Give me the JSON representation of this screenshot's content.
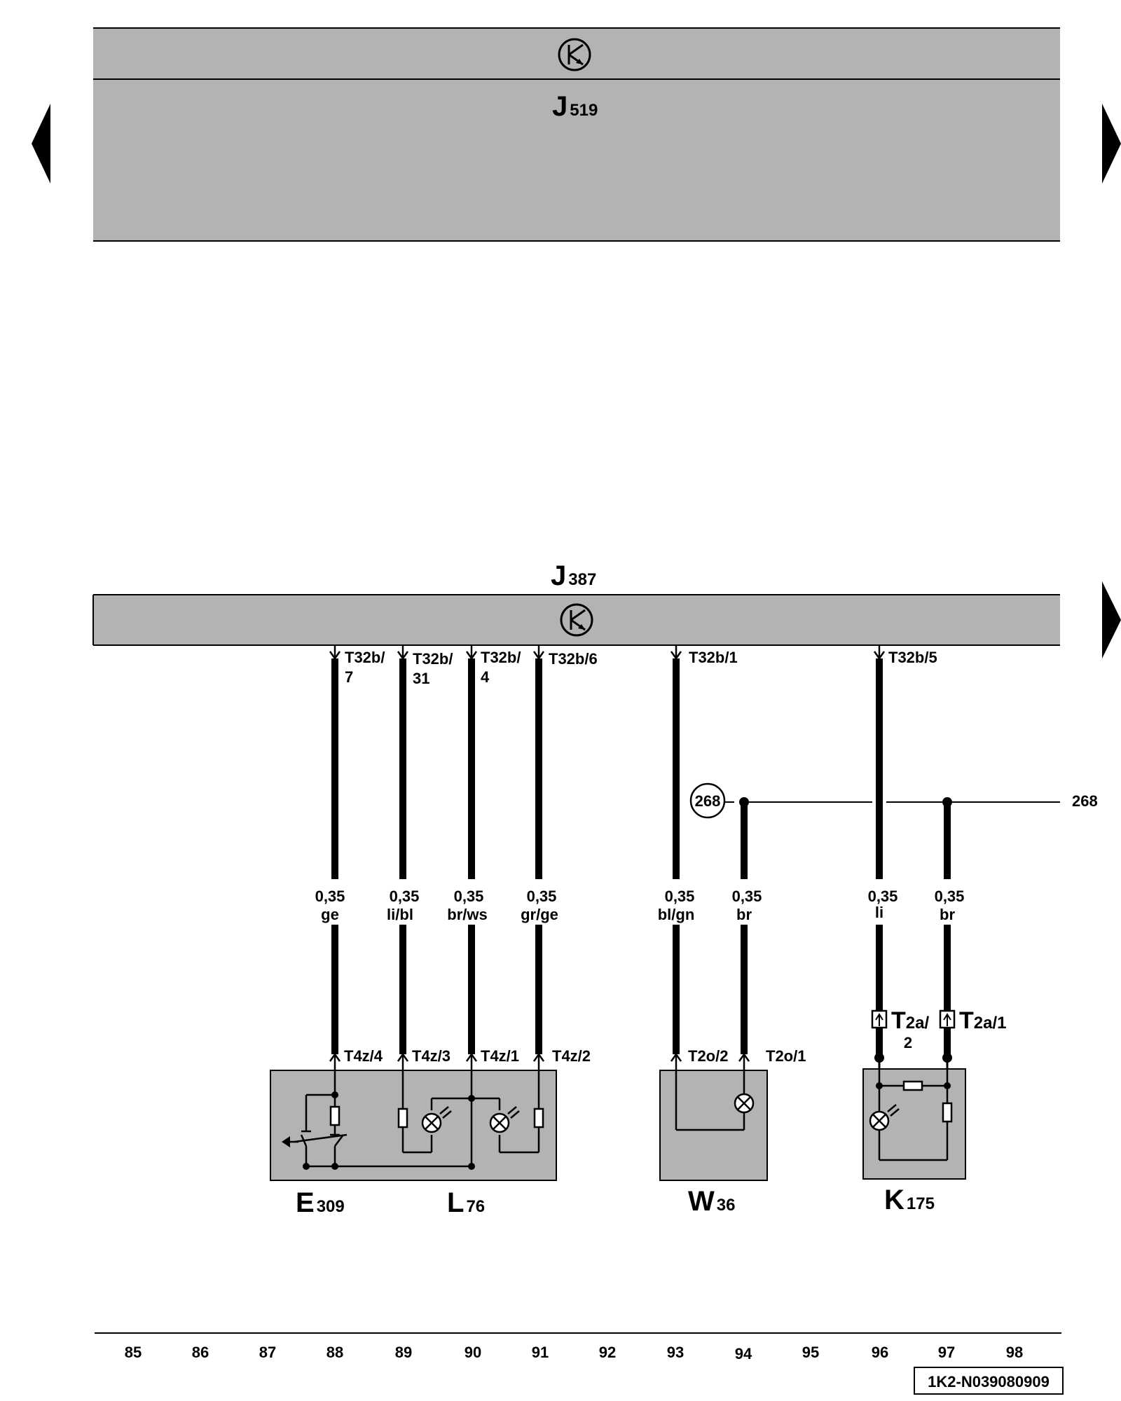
{
  "modules": {
    "j519": {
      "letter": "J",
      "number": "519"
    },
    "j387": {
      "letter": "J",
      "number": "387"
    }
  },
  "terminals": {
    "t32b7": {
      "line1": "T32b/",
      "line2": "7"
    },
    "t32b31": {
      "line1": "T32b/",
      "line2": "31"
    },
    "t32b4": {
      "line1": "T32b/",
      "line2": "4"
    },
    "t32b6": {
      "line1": "T32b/6"
    },
    "t32b1": {
      "line1": "T32b/1"
    },
    "t32b5": {
      "line1": "T32b/5"
    }
  },
  "wires": [
    {
      "gauge": "0,35",
      "color": "ge"
    },
    {
      "gauge": "0,35",
      "color": "li/bl"
    },
    {
      "gauge": "0,35",
      "color": "br/ws"
    },
    {
      "gauge": "0,35",
      "color": "gr/ge"
    },
    {
      "gauge": "0,35",
      "color": "bl/gn"
    },
    {
      "gauge": "0,35",
      "color": "br"
    },
    {
      "gauge": "0,35",
      "color": "li"
    },
    {
      "gauge": "0,35",
      "color": "br"
    }
  ],
  "bottom_pins": [
    "T4z/4",
    "T4z/3",
    "T4z/1",
    "T4z/2",
    "T2o/2",
    "T2o/1"
  ],
  "connectors": {
    "t2a2": {
      "main": "T",
      "sub": "2a/",
      "line2": "2"
    },
    "t2a1": {
      "main": "T",
      "sub": "2a/1"
    }
  },
  "ground_ref": {
    "circled": "268",
    "right": "268"
  },
  "components": {
    "e309": {
      "letter": "E",
      "number": "309"
    },
    "l76": {
      "letter": "L",
      "number": "76"
    },
    "w36": {
      "letter": "W",
      "number": "36"
    },
    "k175": {
      "letter": "K",
      "number": "175"
    }
  },
  "columns": [
    "85",
    "86",
    "87",
    "88",
    "89",
    "90",
    "91",
    "92",
    "93",
    "94",
    "95",
    "96",
    "97",
    "98"
  ],
  "doc_id": "1K2-N039080909",
  "icons": {
    "nav_left": "triangle-left-icon",
    "nav_right": "triangle-right-icon",
    "module_symbol": "transistor-circle-icon"
  },
  "colors": {
    "module_fill": "#b3b3b3",
    "line": "#000000",
    "background": "#ffffff"
  }
}
